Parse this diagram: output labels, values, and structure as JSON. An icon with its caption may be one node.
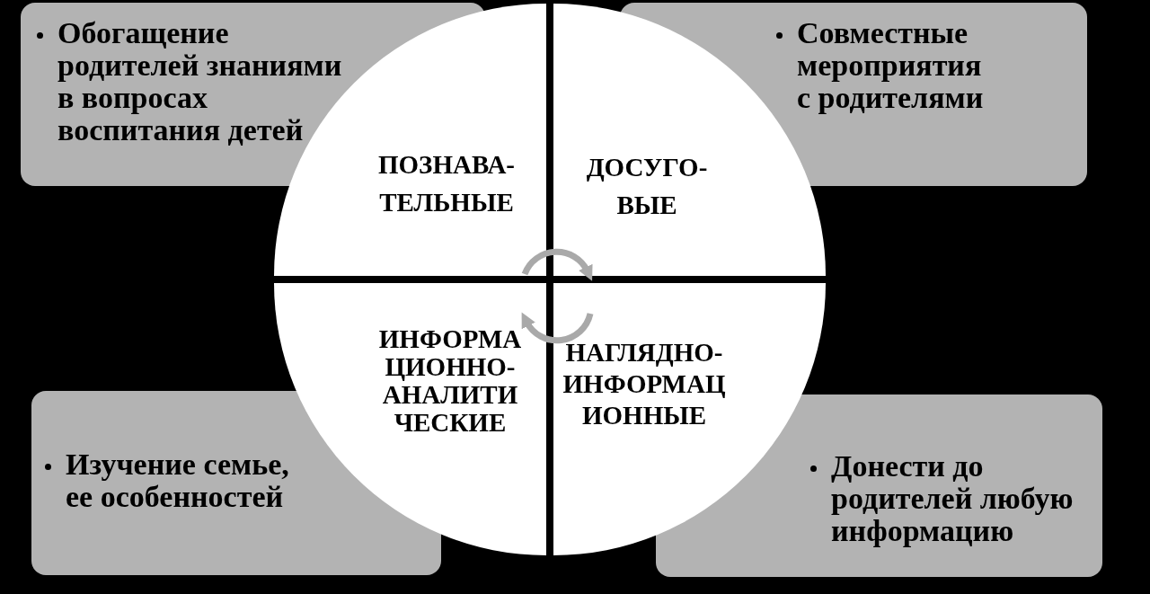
{
  "diagram": {
    "nodes": [
      {
        "text": [
          "Обогащение родителей знаниями в вопросах воспитания детей"
        ]
      },
      {
        "text": [
          "Совместные мероприятия с родителями"
        ]
      },
      {
        "text": [
          "ПОЗНАВА- ТЕЛЬНЫЕ"
        ]
      },
      {
        "text": [
          "ДОСУГО- ВЫЕ"
        ]
      },
      {
        "text": [
          "ИНФОРМА ЦИОННО- АНАЛИТИ ЧЕСКИЕ"
        ]
      },
      {
        "text": [
          "НАГЛЯДНО- ИНФОРМАЦ ИОННЫЕ"
        ]
      },
      {
        "text": [
          "Изучение семье, ее особенностей"
        ]
      },
      {
        "text": [
          "Донести до родителей любую информацию"
        ]
      }
    ],
    "edges": [
      {
        "from": 2,
        "to": 3,
        "arrow": "to"
      },
      {
        "from": 5,
        "to": 4,
        "arrow": "to"
      }
    ]
  }
}
